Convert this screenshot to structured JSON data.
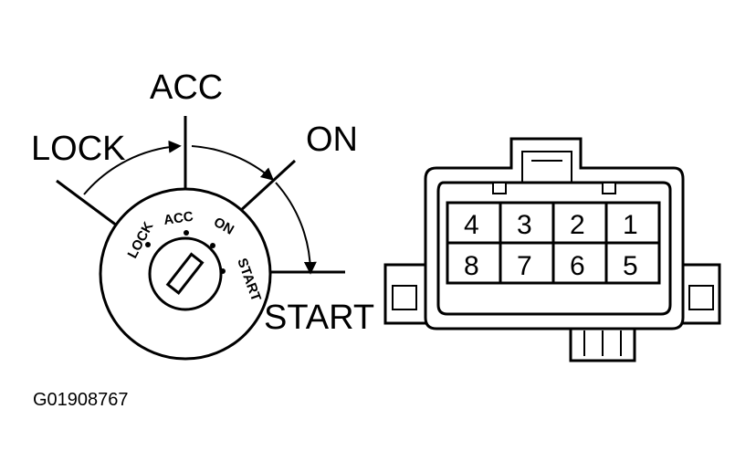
{
  "positions": {
    "lock": "LOCK",
    "acc": "ACC",
    "on": "ON",
    "start": "START"
  },
  "cylinder_labels": {
    "lock": "LOCK",
    "acc": "ACC",
    "on": "ON",
    "start": "START"
  },
  "connector_pins": {
    "top_row": [
      "4",
      "3",
      "2",
      "1"
    ],
    "bottom_row": [
      "8",
      "7",
      "6",
      "5"
    ]
  },
  "figure_code": "G01908767",
  "colors": {
    "ink": "#000000",
    "background": "#ffffff"
  }
}
